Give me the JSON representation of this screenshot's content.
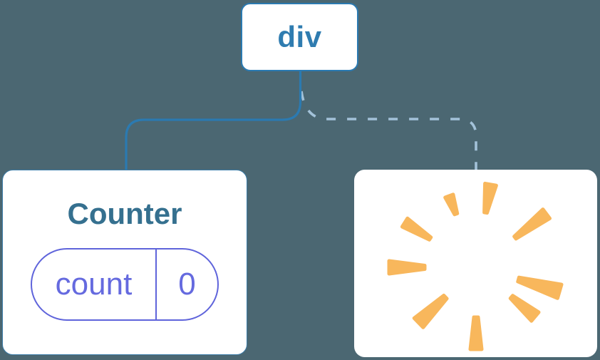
{
  "colors": {
    "background": "#4b6772",
    "solid_connector": "#2b7ab1",
    "dashed_connector": "#a3c2d9",
    "node_border": "#2b7ab1",
    "root_label_color": "#2f7cb0",
    "counter_border": "#3d7da9",
    "counter_title_color": "#35708f",
    "pill_border": "#5f64db",
    "pill_text": "#656adf",
    "poof_orange": "#f8b75c"
  },
  "diagram": {
    "root_node": {
      "label": "div"
    },
    "counter_node": {
      "title": "Counter",
      "state_pill": {
        "key": "count",
        "value": "0"
      }
    },
    "removed_node": {
      "icon": "poof-starburst-icon"
    }
  }
}
